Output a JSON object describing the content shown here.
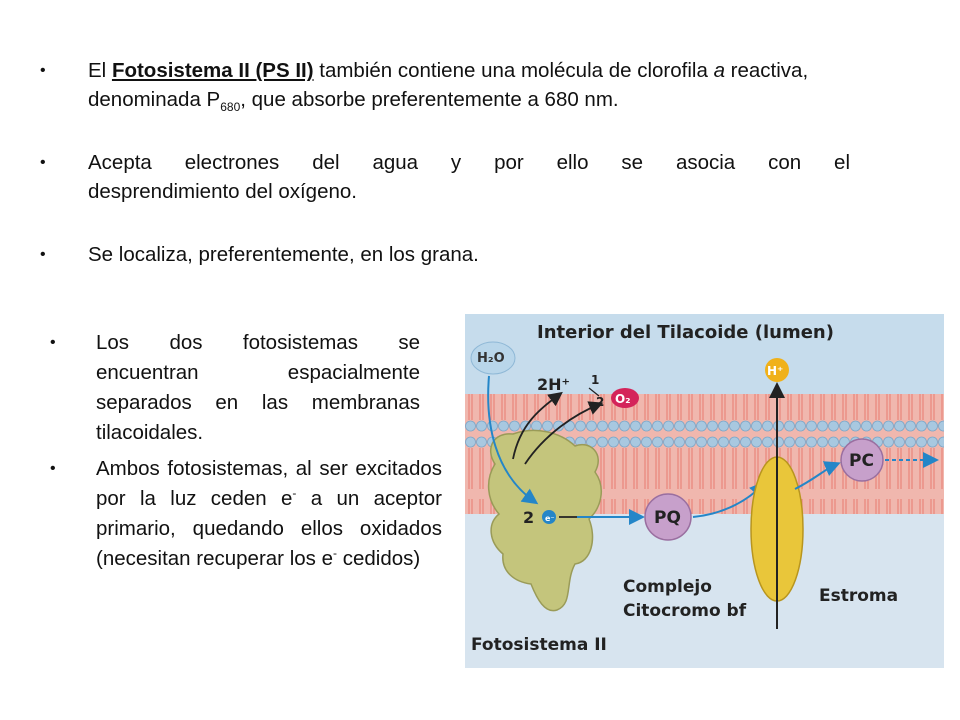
{
  "bullets_top": [
    {
      "pre": "El ",
      "bold": "Fotosistema II (PS II)",
      "mid1": " también contiene una molécula de clorofila ",
      "ital": "a",
      "mid2": " reactiva, denominada P",
      "sub": "680",
      "post": ", que absorbe preferentemente a 680 nm."
    },
    {
      "line1": "Acepta electrones del agua y por ello se asocia con el",
      "line2": "desprendimiento del oxígeno."
    },
    {
      "text": "Se localiza, preferentemente, en los grana."
    }
  ],
  "bullets_left": [
    {
      "text": "Los dos fotosistemas se encuentran espacialmente separados en las membranas tilacoidales."
    },
    {
      "pre": "Ambos fotosistemas, al ser excitados por la luz ceden e",
      "sup1": "-",
      "mid": " a un aceptor primario, quedando ellos oxidados (necesitan recuperar los e",
      "sup2": "-",
      "post": " cedidos)"
    }
  ],
  "diagram": {
    "title": "Interior del Tilacoide (lumen)",
    "water": "H₂O",
    "protons": "2H⁺",
    "half_num": "1",
    "half_den": "2",
    "oxygen": "O₂",
    "h_plus": "H⁺",
    "two_e_num": "2",
    "e_minus": "e⁻",
    "pq": "PQ",
    "pc": "PC",
    "complex_l1": "Complejo",
    "complex_l2": "Citocromo bf",
    "stroma": "Estroma",
    "ps2": "Fotosistema II",
    "colors": {
      "lumen": "#c6dcec",
      "stroma": "#d7e4ef",
      "membrane": "#f0b7ae",
      "lipid_head": "#a8c8e0",
      "ps2": "#c4c57c",
      "cytochrome": "#e9c63a",
      "pq_pc": "#c7a0cb",
      "o2": "#d4245a",
      "arrow": "#2486c8"
    }
  }
}
